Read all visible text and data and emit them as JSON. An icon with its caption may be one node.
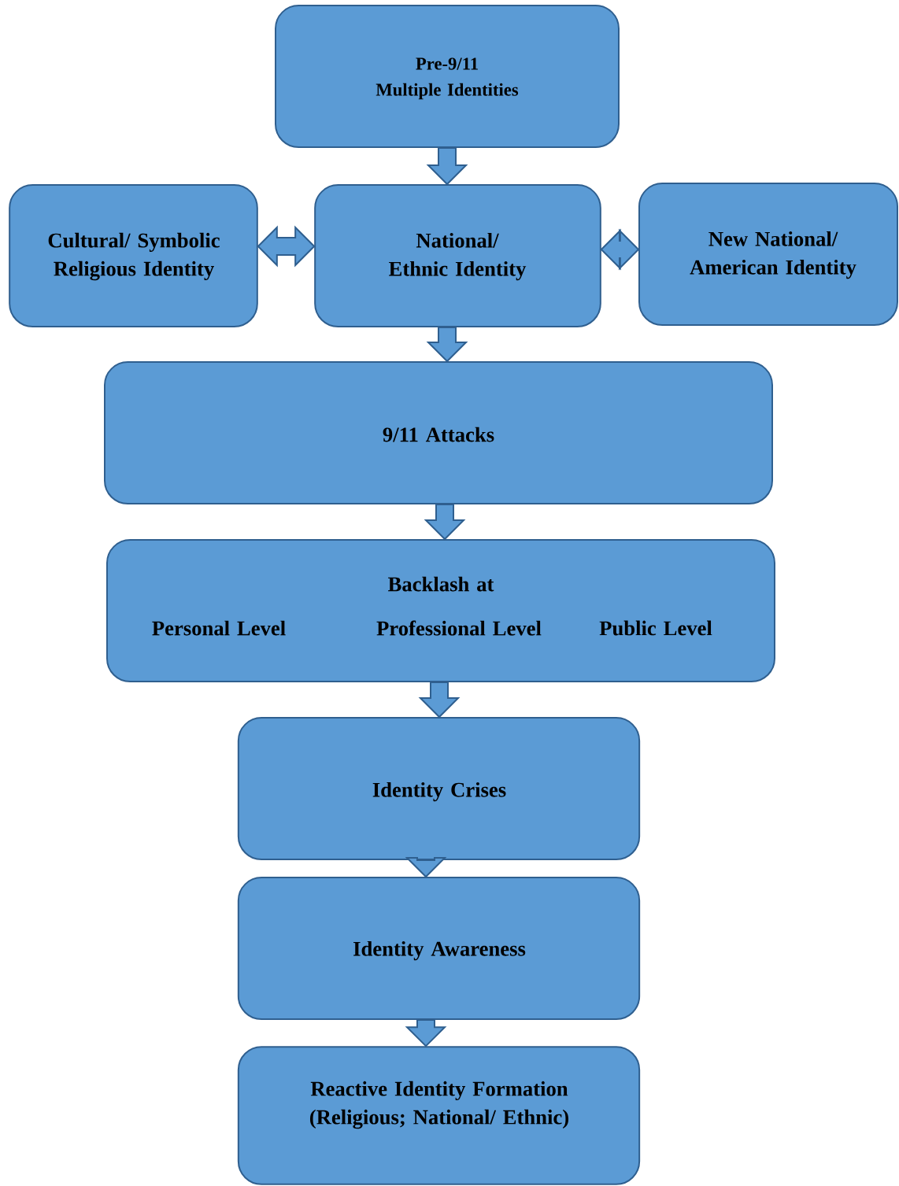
{
  "diagram": {
    "nodes": [
      {
        "text": [
          "Pre-9/11",
          "Multiple Identities"
        ]
      },
      {
        "text": [
          "Cultural/ Symbolic Religious Identity"
        ]
      },
      {
        "text": [
          "National/ Ethnic Identity"
        ]
      },
      {
        "text": [
          "New National/ American Identity"
        ]
      },
      {
        "text": [
          "9/11 Attacks"
        ]
      },
      {
        "text": [
          "Backlash at",
          "Personal Level",
          "Professional Level",
          "Public Level"
        ]
      },
      {
        "text": [
          "Identity Crises"
        ]
      },
      {
        "text": [
          "Identity Awareness"
        ]
      },
      {
        "text": [
          "Reactive Identity Formation (Religious; National/ Ethnic)"
        ]
      }
    ],
    "edges": [
      {
        "from": 0,
        "to": 2,
        "arrow": "to"
      },
      {
        "from": 2,
        "to": 1,
        "arrow": "both"
      },
      {
        "from": 2,
        "to": 3,
        "arrow": "both"
      },
      {
        "from": 2,
        "to": 4,
        "arrow": "to"
      },
      {
        "from": 4,
        "to": 5,
        "arrow": "to"
      },
      {
        "from": 5,
        "to": 6,
        "arrow": "to"
      },
      {
        "from": 6,
        "to": 7,
        "arrow": "to"
      },
      {
        "from": 7,
        "to": 8,
        "arrow": "to"
      }
    ]
  }
}
